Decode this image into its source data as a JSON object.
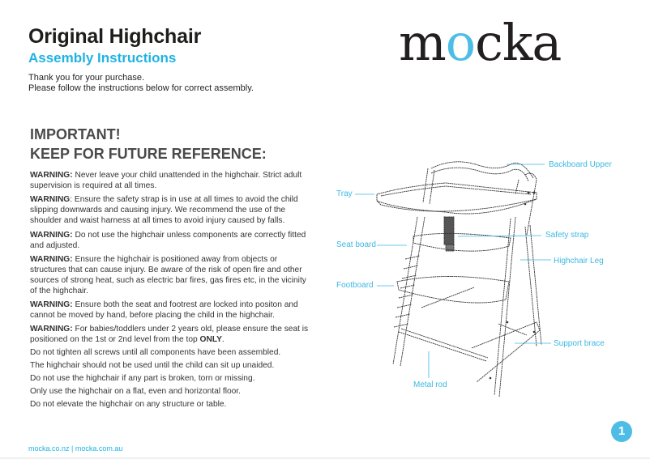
{
  "header": {
    "title": "Original Highchair",
    "subtitle": "Assembly Instructions",
    "intro_line1": "Thank you for your purchase.",
    "intro_line2": "Please follow the instructions below for correct assembly."
  },
  "brand": {
    "logo_prefix": "m",
    "logo_o": "o",
    "logo_suffix": "cka",
    "accent_color": "#4dbde6"
  },
  "important": {
    "line1": "IMPORTANT!",
    "line2": "KEEP FOR FUTURE REFERENCE:"
  },
  "warnings": [
    {
      "label": "WARNING:",
      "text": " Never leave your child unattended in the highchair. Strict adult supervision is required at all times."
    },
    {
      "label": "WARNING",
      "text": ": Ensure the safety strap is in use at all times to avoid the child slipping downwards and causing injury. We recommend the use of the shoulder and waist harness at all times to avoid injury caused by falls."
    },
    {
      "label": "WARNING:",
      "text": " Do not use the highchair unless components are correctly fitted and adjusted."
    },
    {
      "label": "WARNING:",
      "text": " Ensure the highchair is positioned away from objects or structures that can cause injury. Be aware of the risk of open fire and other sources of strong heat, such as electric bar fires, gas fires etc, in the vicinity of the highchair."
    },
    {
      "label": "WARNING:",
      "text": " Ensure both the seat and footrest are locked into positon and cannot be moved by hand, before placing the child in the highchair."
    },
    {
      "label": "WARNING:",
      "text": " For babies/toddlers under 2 years old, please ensure the seat is positioned on the 1st or 2nd level from the top ",
      "emphasis": "ONLY",
      "tail": "."
    }
  ],
  "notes": [
    "Do not tighten all screws until all components have been assembled.",
    "The highchair should not be used until the child can sit up unaided.",
    "Do not use the highchair if any part is broken, torn or missing.",
    "Only use the highchair on a flat, even and horizontal floor.",
    "Do not elevate the highchair on any structure or table."
  ],
  "diagram": {
    "labels": {
      "backboard_upper": "Backboard Upper",
      "tray": "Tray",
      "seat_board": "Seat board",
      "safety_strap": "Safety strap",
      "highchair_leg": "Highchair Leg",
      "footboard": "Footboard",
      "support_brace": "Support brace",
      "metal_rod": "Metal rod"
    }
  },
  "footer": {
    "links": "mocka.co.nz | mocka.com.au",
    "page_number": "1"
  }
}
